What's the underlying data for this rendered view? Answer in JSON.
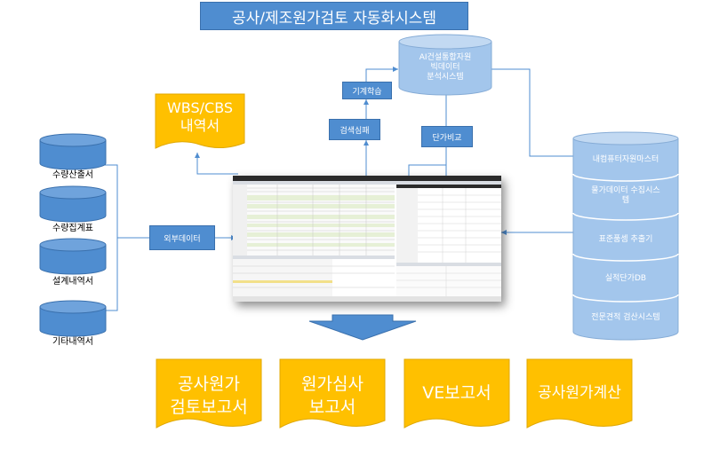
{
  "title": "공사/제조원가검토 자동화시스템",
  "left_sources": [
    "수량산출서",
    "수량집계표",
    "설계내역서",
    "기타내역서"
  ],
  "external_data": "외부데이터",
  "wbs_doc": [
    "WBS/CBS",
    "내역서"
  ],
  "ai_db": [
    "AI건설통합자원",
    "빅데이터",
    "분석시스템"
  ],
  "machine_learning": "기계학습",
  "search_review": "검색심패",
  "price_compare": "단가비교",
  "right_stack": [
    "내컴퓨터자원마스터",
    "물가데이터 수집시스템",
    "표준품셈 추출기",
    "실적단가DB",
    "전문견적 검산시스템"
  ],
  "outputs": [
    [
      "공사원가",
      "검토보고서"
    ],
    [
      "원가심사",
      "보고서"
    ],
    [
      "VE보고서"
    ],
    [
      "공사원가계산"
    ]
  ],
  "colors": {
    "accent": "#4f8dd0",
    "cylinder_light": "#a3c6ec",
    "doc": "#ffc000",
    "arrow": "#4f8dd0"
  }
}
